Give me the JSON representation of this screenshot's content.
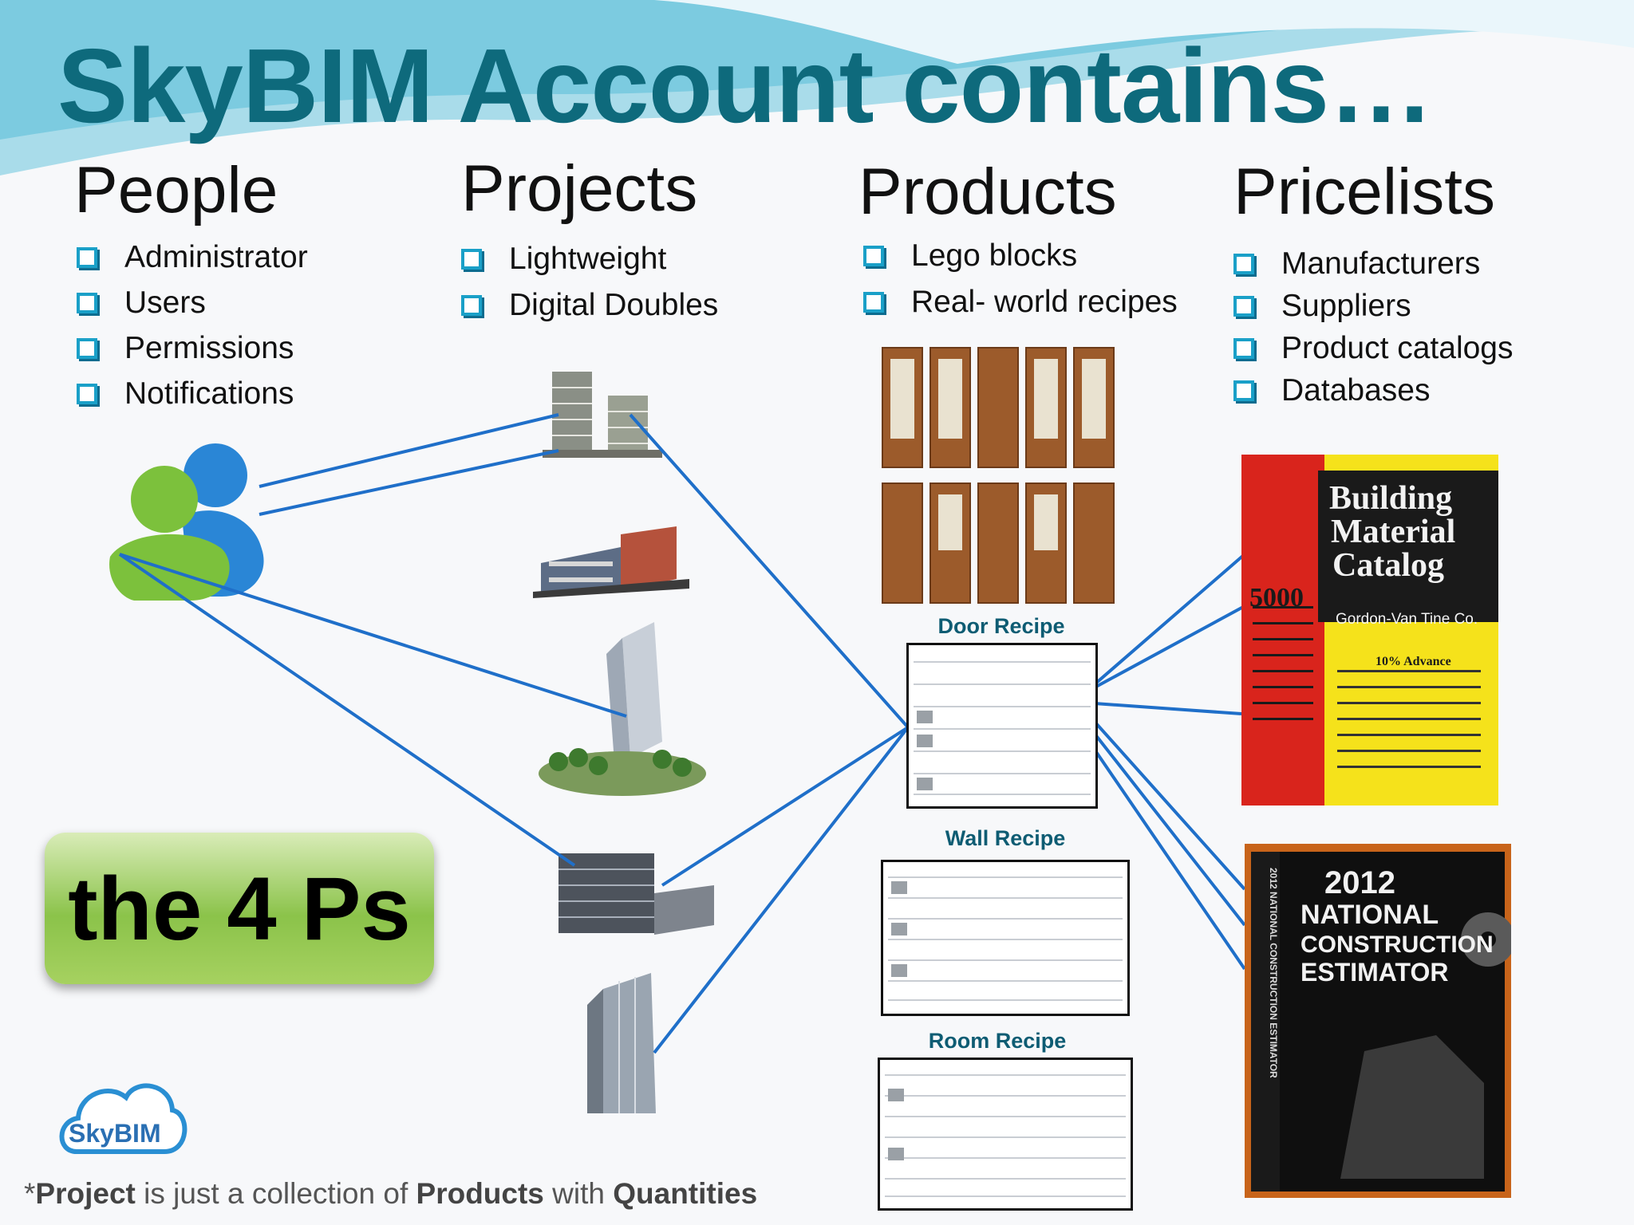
{
  "title": "SkyBIM Account contains…",
  "columns": {
    "people": {
      "heading": "People",
      "items": [
        "Administrator",
        "Users",
        "Permissions",
        "Notifications"
      ]
    },
    "projects": {
      "heading": "Projects",
      "items": [
        "Lightweight",
        "Digital Doubles"
      ]
    },
    "products": {
      "heading": "Products",
      "items": [
        "Lego blocks",
        "Real- world recipes"
      ]
    },
    "pricelists": {
      "heading": "Pricelists",
      "items": [
        "Manufacturers",
        "Suppliers",
        "Product catalogs",
        "Databases"
      ]
    }
  },
  "recipes": {
    "door": "Door Recipe",
    "wall": "Wall Recipe",
    "room": "Room Recipe"
  },
  "badge": "the 4 Ps",
  "logo_text": "SkyBIM",
  "books": {
    "book1": {
      "title_lines": [
        "Building",
        "Material",
        "Catalog"
      ],
      "publisher": "Gordon-Van Tine Co.",
      "side": "5000",
      "note": "10% Advance"
    },
    "book2": {
      "year": "2012",
      "title_lines": [
        "NATIONAL",
        "CONSTRUCTION",
        "ESTIMATOR"
      ],
      "spine": "2012 NATIONAL CONSTRUCTION ESTIMATOR"
    }
  },
  "footnote": {
    "p1": "*",
    "b1": "Project",
    "p2": " is just a collection of ",
    "b2": "Products",
    "p3": " with ",
    "b3": "Quantities"
  },
  "colors": {
    "title": "#0e6a7c",
    "accent": "#1aa0c8",
    "line": "#1f6fc9",
    "badge": "#8bc34a"
  }
}
